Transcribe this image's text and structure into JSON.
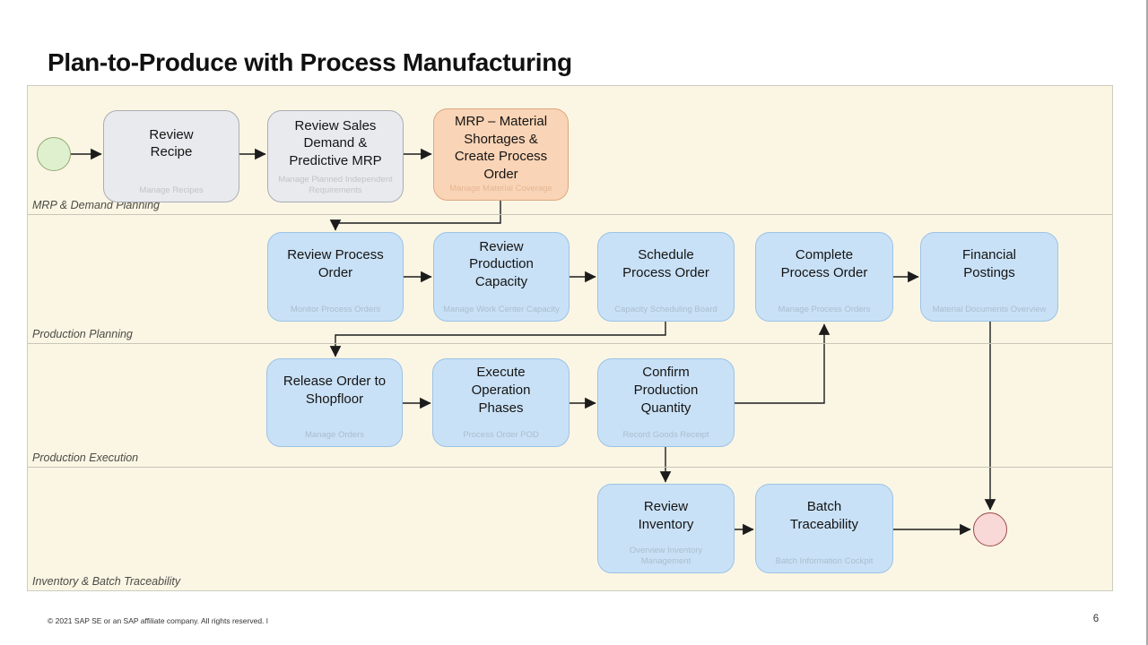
{
  "page": {
    "title": "Plan-to-Produce with Process Manufacturing",
    "footer": "© 2021 SAP SE or an SAP affiliate company. All rights reserved.  ǀ",
    "page_number": "6"
  },
  "diagram": {
    "lanes": [
      {
        "label": "MRP & Demand Planning"
      },
      {
        "label": "Production Planning"
      },
      {
        "label": "Production Execution"
      },
      {
        "label": "Inventory & Batch Traceability"
      }
    ],
    "nodes": [
      {
        "id": "start-event",
        "type": "start"
      },
      {
        "title": "Review\nRecipe",
        "subtitle": "Manage Recipes",
        "variant": "gray"
      },
      {
        "title": "Review Sales\nDemand &\nPredictive MRP",
        "subtitle": "Manage Planned Independent\nRequirements",
        "variant": "gray"
      },
      {
        "title": "MRP – Material\nShortages &\nCreate Process\nOrder",
        "subtitle": "Manage Material Coverage",
        "variant": "orange"
      },
      {
        "title": "Review Process\nOrder",
        "subtitle": "Monitor Process Orders",
        "variant": "blue"
      },
      {
        "title": "Review\nProduction\nCapacity",
        "subtitle": "Manage Work Center Capacity",
        "variant": "blue"
      },
      {
        "title": "Schedule\nProcess Order",
        "subtitle": "Capacity Scheduling Board",
        "variant": "blue"
      },
      {
        "title": "Complete\nProcess Order",
        "subtitle": "Manage Process Orders",
        "variant": "blue"
      },
      {
        "title": "Financial\nPostings",
        "subtitle": "Material Documents Overview",
        "variant": "blue"
      },
      {
        "title": "Release Order to\nShopfloor",
        "subtitle": "Manage Orders",
        "variant": "blue"
      },
      {
        "title": "Execute\nOperation\nPhases",
        "subtitle": "Process Order POD",
        "variant": "blue"
      },
      {
        "title": "Confirm\nProduction\nQuantity",
        "subtitle": "Record Goods Receipt",
        "variant": "blue"
      },
      {
        "title": "Review\nInventory",
        "subtitle": "Overview Inventory Management",
        "variant": "blue"
      },
      {
        "title": "Batch\nTraceability",
        "subtitle": "Batch Information Cockpit",
        "variant": "blue"
      },
      {
        "id": "end-event",
        "type": "end"
      }
    ],
    "colors": {
      "panel_bg": "#FBF6E4",
      "task_blue": "#C9E1F6",
      "task_blue_border": "#9CC3E6",
      "task_gray": "#E9EAEE",
      "task_gray_border": "#ABACB4",
      "task_orange": "#FAD4B6",
      "task_orange_border": "#DCA87E",
      "start_fill": "#DFF0CE",
      "start_border": "#93A873",
      "end_fill": "#F9D8D8",
      "end_border": "#9C4A4A",
      "connector": "#1C1C1C"
    }
  }
}
